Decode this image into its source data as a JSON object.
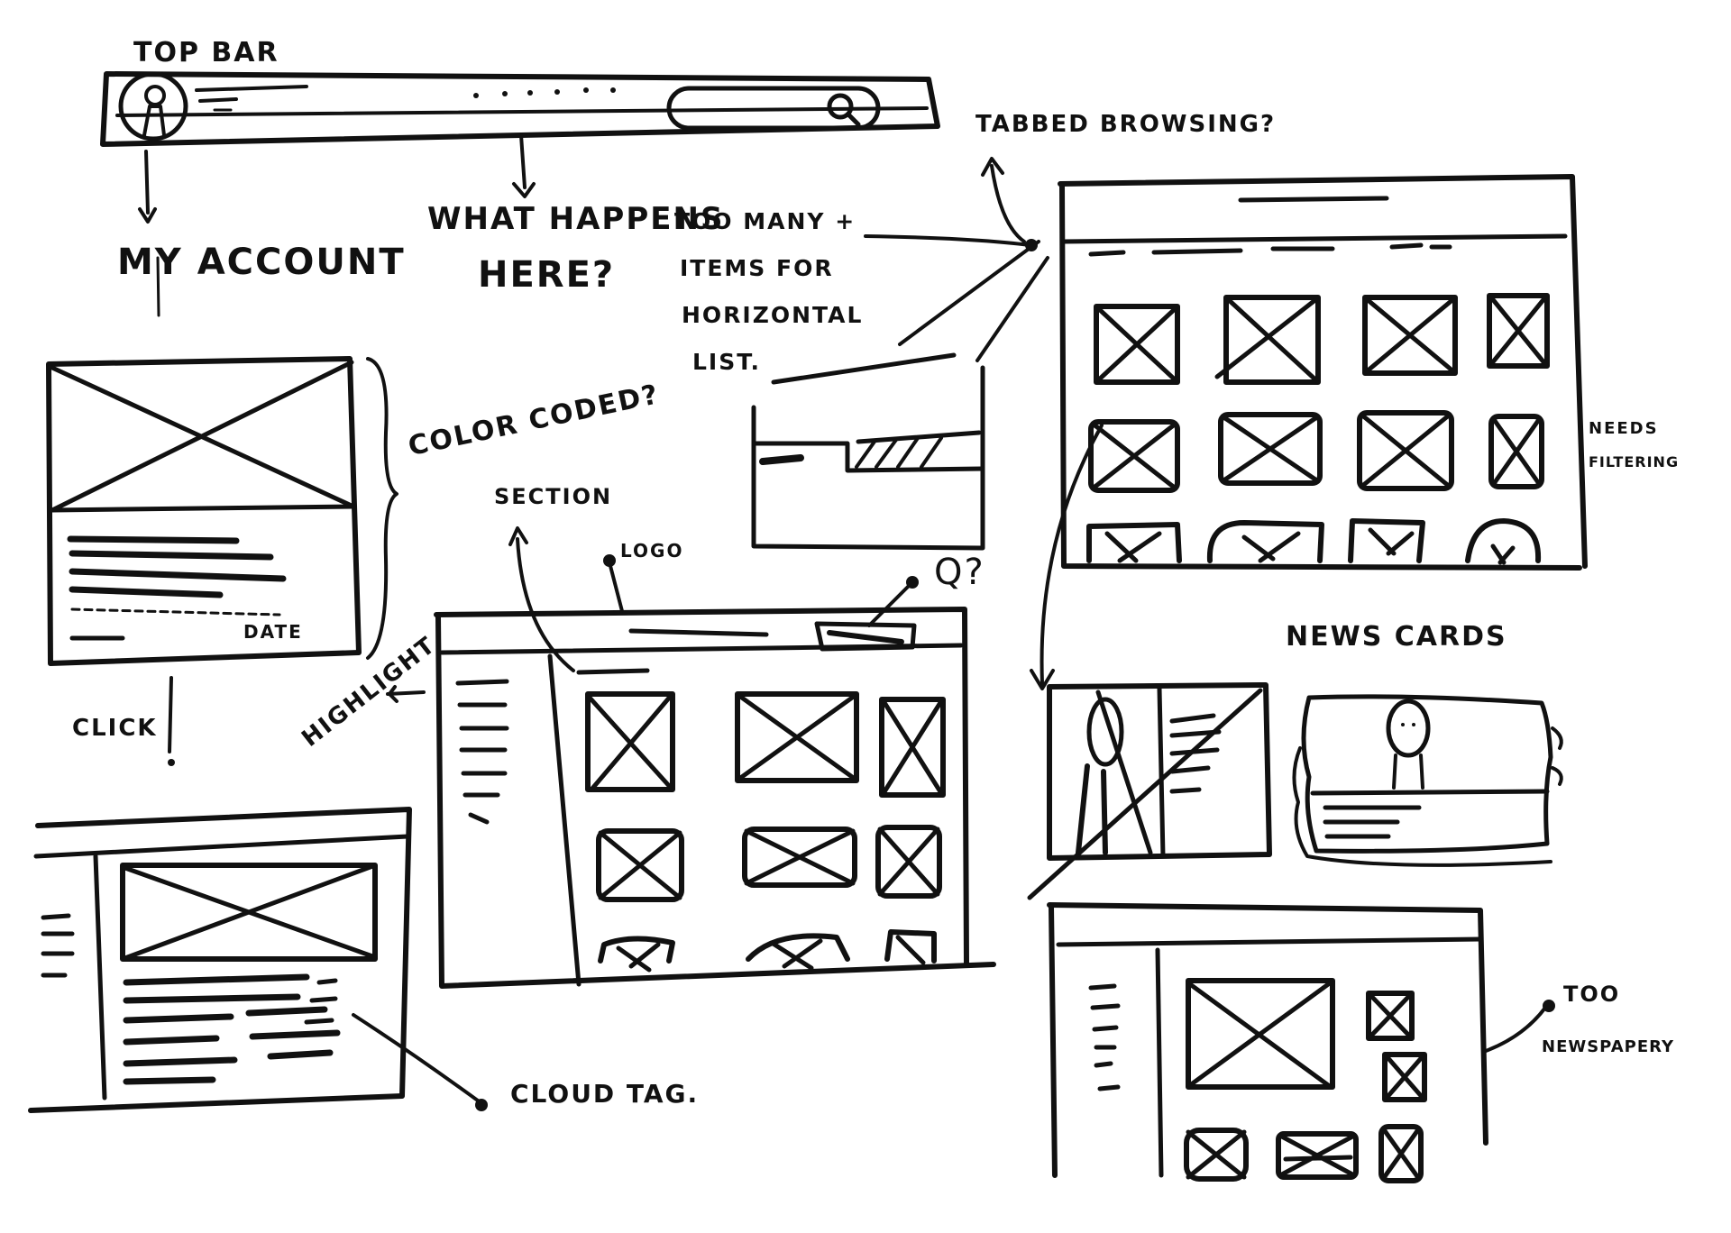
{
  "annotations": {
    "top_bar": "TOP BAR",
    "my_account": "MY ACCOUNT",
    "what_happens_line1": "WHAT HAPPENS",
    "what_happens_line2": "HERE?",
    "too_many_line1": "TOO MANY +",
    "too_many_line2": "ITEMS FOR",
    "too_many_line3": "HORIZONTAL",
    "too_many_line4": "LIST.",
    "tabbed_browsing": "TABBED BROWSING?",
    "color_coded": "COLOR CODED?",
    "section": "SECTION",
    "logo": "LOGO",
    "search_question": "Q?",
    "highlight": "HIGHLIGHT",
    "click": "CLICK",
    "date": "DATE",
    "needs_filtering_line1": "NEEDS",
    "needs_filtering_line2": "FILTERING",
    "news_cards": "NEWS CARDS",
    "cloud_tag": "CLOUD TAG.",
    "too_newspapery_line1": "TOO",
    "too_newspapery_line2": "NEWSPAPERY"
  },
  "icons": {
    "search": "search-icon",
    "avatar": "avatar-icon"
  },
  "colors": {
    "ink": "#111111",
    "paper": "#ffffff"
  }
}
